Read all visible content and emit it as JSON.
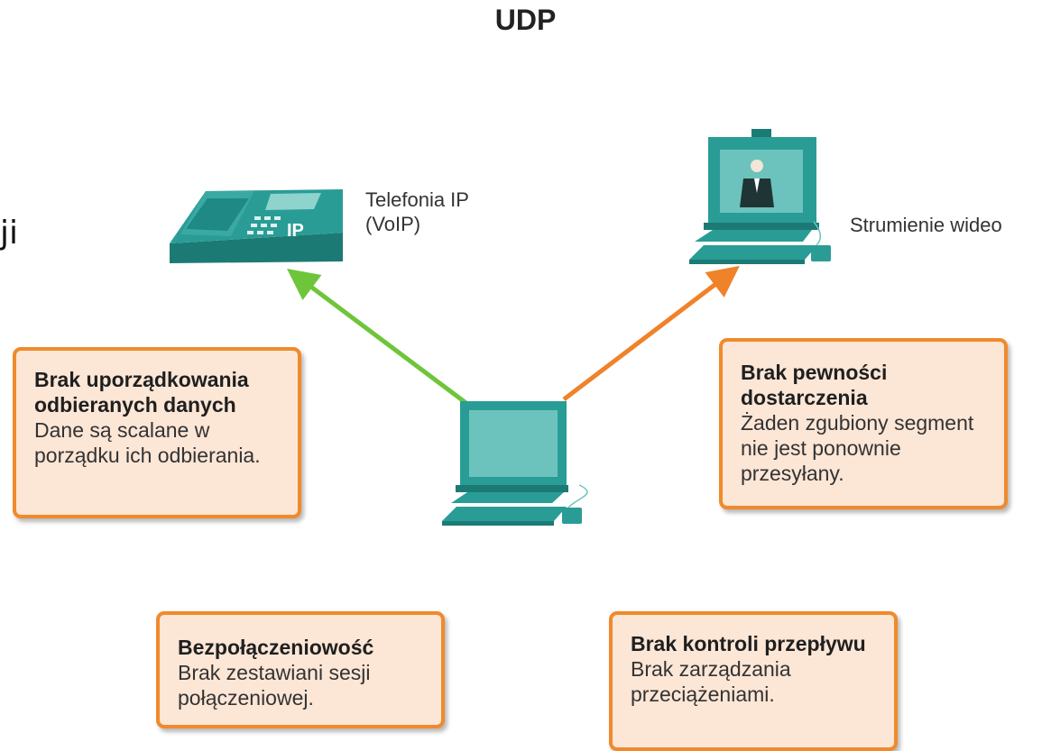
{
  "title": "UDP",
  "edge_fragment": "ji",
  "labels": {
    "voip_line1": "Telefonia IP",
    "voip_line2": "(VoIP)",
    "video": "Strumienie wideo"
  },
  "phone_badge": "IP",
  "boxes": {
    "ordering": {
      "heading": "Brak uporządkowania odbieranych danych",
      "body": "Dane są scalane w porządku ich odbierania."
    },
    "delivery": {
      "heading": "Brak pewności dostarczenia",
      "body": "Żaden zgubiony segment nie jest ponownie przesyłany."
    },
    "connectionless": {
      "heading": "Bezpołączeniowość",
      "body": "Brak zestawiani sesji połączeniowej."
    },
    "flow": {
      "heading": "Brak kontroli przepływu",
      "body": " Brak zarządzania przeciążeniami."
    }
  },
  "colors": {
    "device": "#2a9c96",
    "device_dark": "#1c7a75",
    "screen": "#6cc3bd",
    "arrow_green": "#6fc53a",
    "arrow_orange": "#f0822a",
    "box_fill": "#fce6d6",
    "box_border": "#f08a2c"
  },
  "icons": [
    "ip-phone-icon",
    "video-computer-icon",
    "center-computer-icon"
  ]
}
